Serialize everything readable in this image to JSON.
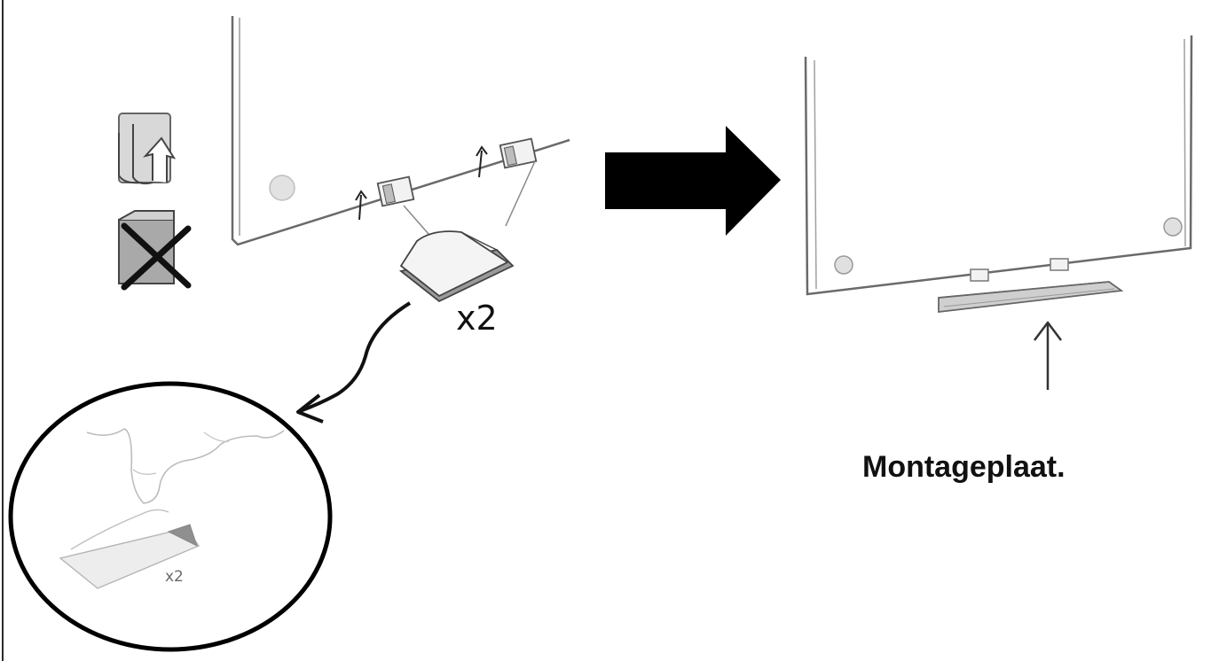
{
  "labels": {
    "quantity_main": "x2",
    "quantity_inset": "x2",
    "caption": "Montageplaat."
  },
  "colors": {
    "ink": "#111111",
    "line_light": "#8a8a8a",
    "panel_fill": "#fbfbfb",
    "tape_grey": "#9a9a9a",
    "arrow_black": "#000000"
  },
  "icons": {
    "correct_clip": "folded-clip-icon",
    "wrong_clip": "crossed-clip-icon",
    "direction": "right-arrow-icon"
  }
}
